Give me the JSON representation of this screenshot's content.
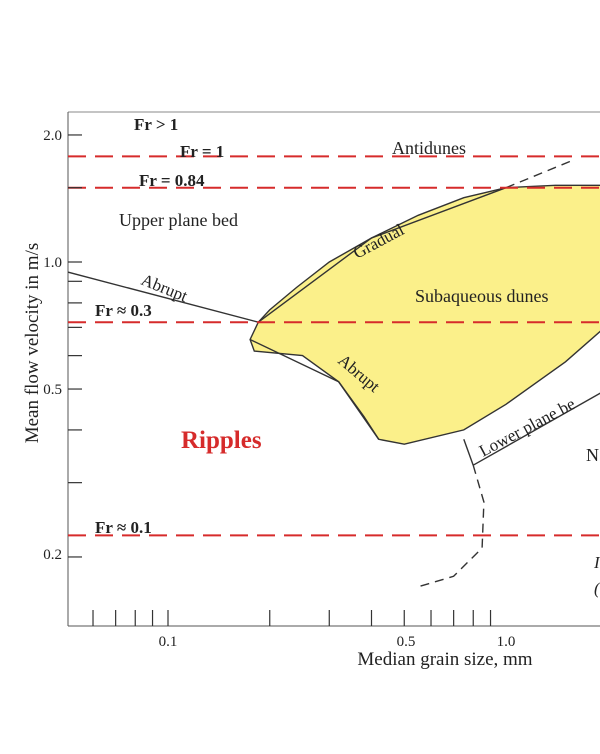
{
  "chart_data": {
    "type": "area",
    "xlabel": "Median grain size, mm",
    "ylabel": "Mean flow velocity in m/s",
    "x_scale": "log",
    "y_scale": "log",
    "xlim": [
      0.045,
      2.0
    ],
    "ylim": [
      0.15,
      2.2
    ],
    "x_tick_labels": [
      {
        "value": 0.1,
        "label": "0.1"
      },
      {
        "value": 0.5,
        "label": "0.5"
      },
      {
        "value": 1.0,
        "label": "1.0"
      }
    ],
    "x_minor_ticks": [
      0.06,
      0.07,
      0.08,
      0.09,
      0.1,
      0.2,
      0.3,
      0.4,
      0.5,
      0.6,
      0.7,
      0.8,
      0.9
    ],
    "y_tick_labels": [
      {
        "value": 2.0,
        "label": "2.0"
      },
      {
        "value": 1.0,
        "label": "1.0"
      },
      {
        "value": 0.5,
        "label": "0.5"
      },
      {
        "value": 0.2,
        "label": "0.2"
      }
    ],
    "y_minor_ticks": [
      2.0,
      1.5,
      1.0,
      0.9,
      0.8,
      0.7,
      0.6,
      0.5,
      0.4,
      0.3,
      0.2
    ],
    "froude_lines": [
      {
        "label": "Fr > 1",
        "velocity": null
      },
      {
        "label": "Fr = 1",
        "velocity": 1.78
      },
      {
        "label": "Fr = 0.84",
        "velocity": 1.5
      },
      {
        "label": "Fr ≈ 0.3",
        "velocity": 0.72
      },
      {
        "label": "Fr ≈ 0.1",
        "velocity": 0.225
      }
    ],
    "dunes_region": {
      "name": "Subaqueous dunes",
      "color": "#fbf08a",
      "boundary": [
        [
          0.185,
          0.72
        ],
        [
          0.2,
          0.77
        ],
        [
          0.24,
          0.87
        ],
        [
          0.3,
          1.0
        ],
        [
          0.4,
          1.14
        ],
        [
          0.55,
          1.29
        ],
        [
          0.75,
          1.42
        ],
        [
          1.0,
          1.5
        ],
        [
          1.4,
          1.52
        ],
        [
          2.0,
          1.52
        ],
        [
          2.0,
          0.71
        ],
        [
          1.5,
          0.58
        ],
        [
          1.0,
          0.46
        ],
        [
          0.75,
          0.4
        ],
        [
          0.5,
          0.37
        ],
        [
          0.42,
          0.38
        ],
        [
          0.38,
          0.43
        ],
        [
          0.32,
          0.52
        ],
        [
          0.25,
          0.6
        ],
        [
          0.18,
          0.615
        ],
        [
          0.175,
          0.655
        ]
      ]
    },
    "boundaries": [
      {
        "label": "Abrupt",
        "style": "solid",
        "points": [
          [
            0.045,
            0.97
          ],
          [
            0.185,
            0.72
          ]
        ]
      },
      {
        "label": "Gradual",
        "style": "solid",
        "points": [
          [
            0.185,
            0.72
          ],
          [
            0.4,
            1.14
          ],
          [
            1.0,
            1.5
          ]
        ]
      },
      {
        "label": "Abrupt",
        "style": "solid",
        "points": [
          [
            0.175,
            0.655
          ],
          [
            0.32,
            0.52
          ],
          [
            0.42,
            0.38
          ]
        ]
      },
      {
        "label": "Lower plane bed",
        "style": "solid",
        "points": [
          [
            0.8,
            0.33
          ],
          [
            2.0,
            0.5
          ]
        ]
      },
      {
        "label": "",
        "style": "solid",
        "points": [
          [
            0.8,
            0.33
          ],
          [
            0.75,
            0.38
          ]
        ]
      },
      {
        "label": "",
        "style": "dashed",
        "points": [
          [
            1.0,
            1.5
          ],
          [
            1.6,
            1.75
          ]
        ]
      },
      {
        "label": "",
        "style": "dashed",
        "points": [
          [
            0.8,
            0.33
          ],
          [
            0.86,
            0.27
          ],
          [
            0.85,
            0.21
          ],
          [
            0.7,
            0.18
          ],
          [
            0.55,
            0.17
          ]
        ]
      }
    ],
    "regions": [
      {
        "label": "Antidunes",
        "x": 0.7,
        "y": 1.8
      },
      {
        "label": "Upper plane bed",
        "x": 0.12,
        "y": 1.25
      },
      {
        "label": "Subaqueous dunes",
        "x": 1.0,
        "y": 0.8
      },
      {
        "label": "Ripples",
        "x": 0.13,
        "y": 0.37
      },
      {
        "label": "N",
        "x": 1.9,
        "y": 0.36
      }
    ],
    "text_labels": {
      "fr_gt1": "Fr > 1",
      "fr_1": "Fr = 1",
      "fr_084": "Fr = 0.84",
      "fr_03": "Fr ≈ 0.3",
      "fr_01": "Fr ≈ 0.1",
      "antidunes": "Antidunes",
      "upper_plane_bed": "Upper plane bed",
      "subaqueous_dunes": "Subaqueous dunes",
      "ripples": "Ripples",
      "gradual": "Gradual",
      "abrupt_upper": "Abrupt",
      "abrupt_lower": "Abrupt",
      "lower_plane_bed": "Lower plane be",
      "n_partial": "N",
      "cut_1": "I",
      "cut_2": "(",
      "xlabel": "Median grain size, mm",
      "ylabel": "Mean flow velocity in m/s",
      "xtick_01": "0.1",
      "xtick_05": "0.5",
      "xtick_10": "1.0",
      "ytick_20": "2.0",
      "ytick_10": "1.0",
      "ytick_05": "0.5",
      "ytick_02": "0.2"
    },
    "colors": {
      "froude_line": "#d62b2b",
      "ripples_text": "#d62b2b",
      "dunes_fill": "#fbf08a",
      "boundary": "#333333"
    }
  }
}
